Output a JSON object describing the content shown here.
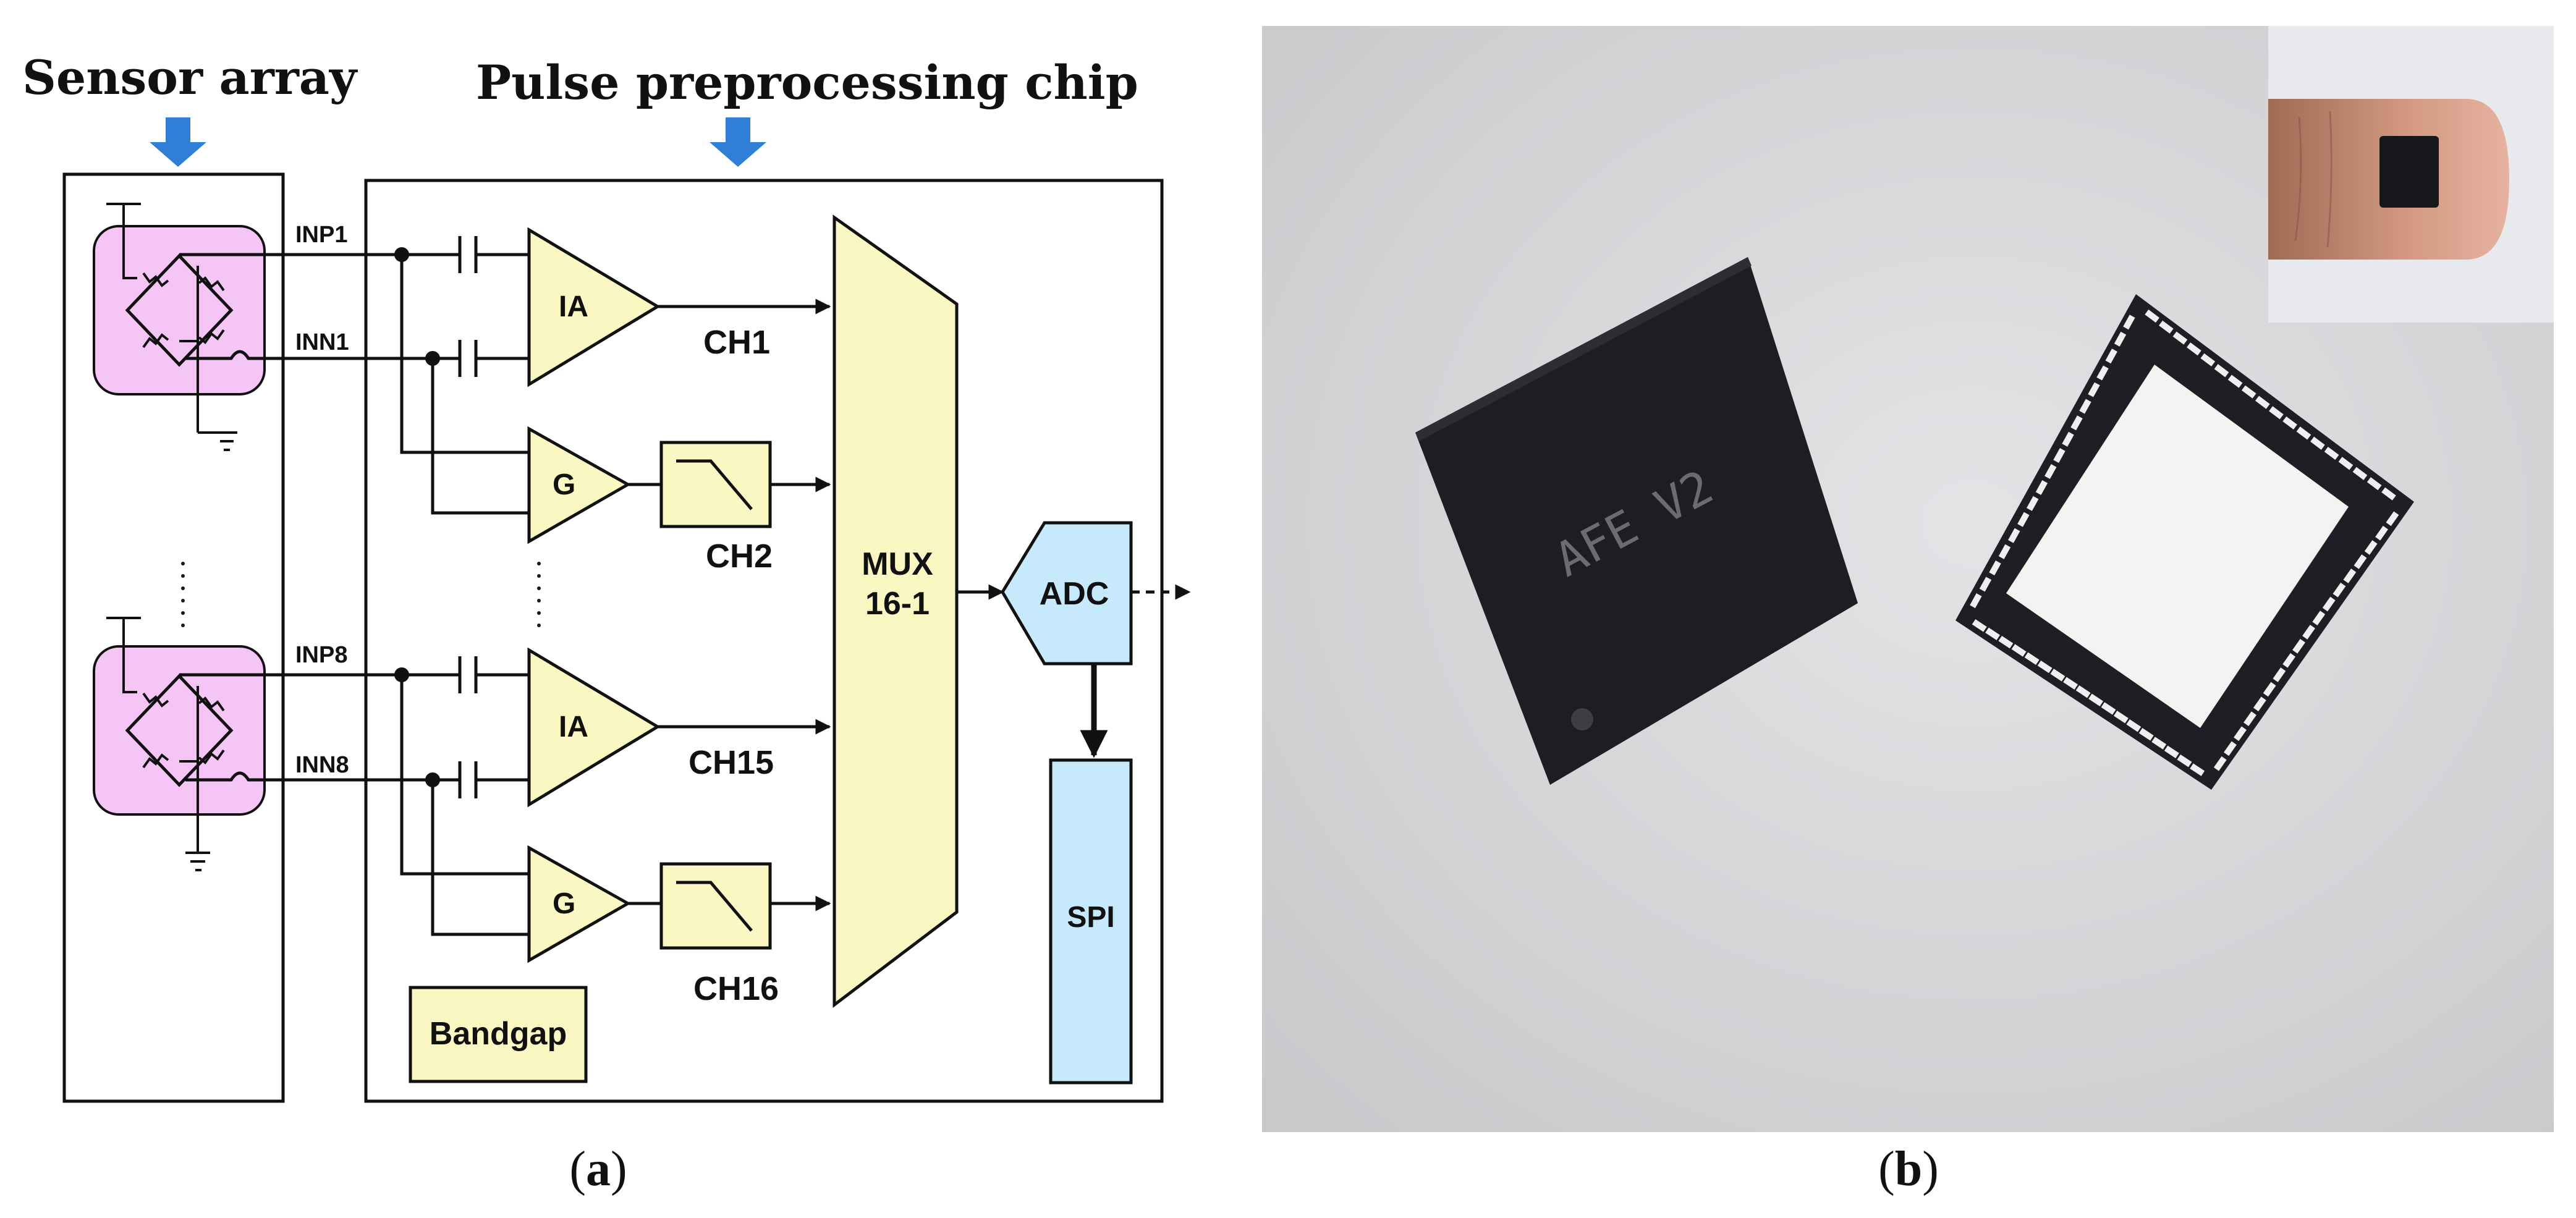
{
  "panel_a": {
    "sensor_array_title": "Sensor array",
    "chip_title": "Pulse preprocessing chip",
    "pin_inp1": "INP1",
    "pin_inn1": "INN1",
    "pin_inp8": "INP8",
    "pin_inn8": "INN8",
    "ia_label": "IA",
    "g_label": "G",
    "ch1": "CH1",
    "ch2": "CH2",
    "ch15": "CH15",
    "ch16": "CH16",
    "mux_line1": "MUX",
    "mux_line2": "16-1",
    "adc": "ADC",
    "spi": "SPI",
    "bandgap": "Bandgap",
    "caption_open": "(",
    "caption_letter": "a",
    "caption_close": ")"
  },
  "panel_b": {
    "chip_marking": "AFE V2",
    "caption_open": "(",
    "caption_letter": "b",
    "caption_close": ")"
  },
  "colors": {
    "sensor_fill": "#f5c6f5",
    "amp_fill": "#fbf7c2",
    "block_fill": "#c6e9fb",
    "arrow_blue": "#2f7fd6",
    "photo_bg": "#dcdcdf"
  }
}
